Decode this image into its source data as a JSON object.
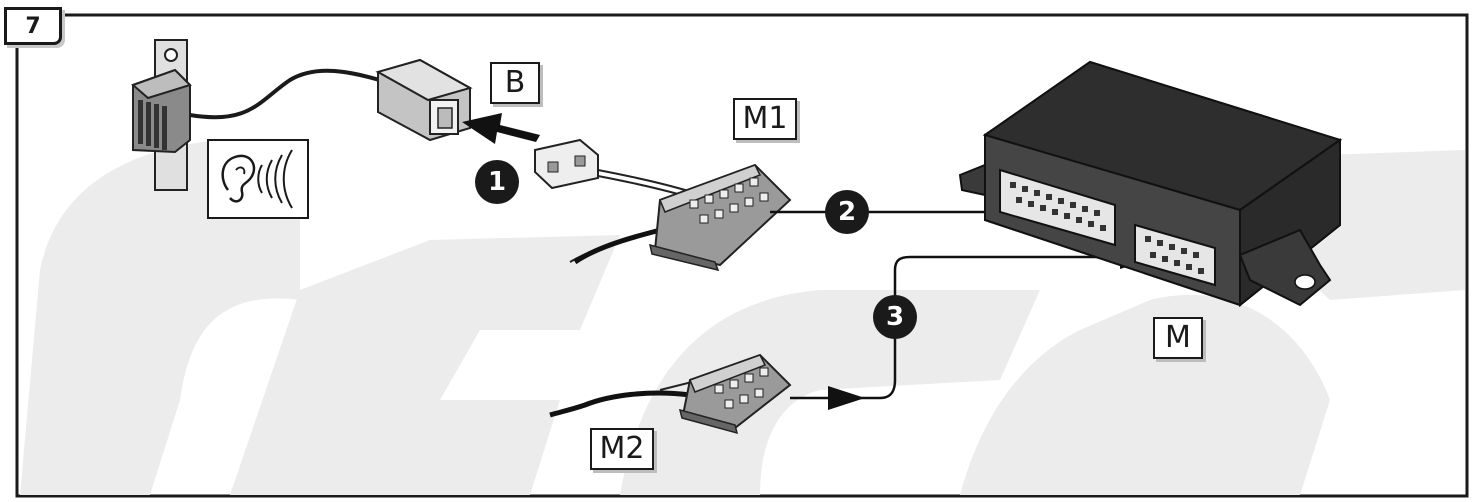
{
  "step": {
    "number": "7"
  },
  "labels": {
    "buzzer_connector": "B",
    "harness_m1": "M1",
    "harness_m2": "M2",
    "control_module": "M"
  },
  "steps": [
    "1",
    "2",
    "3"
  ],
  "icons": {
    "sound": "ear-sound-icon"
  },
  "colors": {
    "frame": "#1a1a1a",
    "watermark": "#ececec",
    "device": "#2e2e2e"
  }
}
